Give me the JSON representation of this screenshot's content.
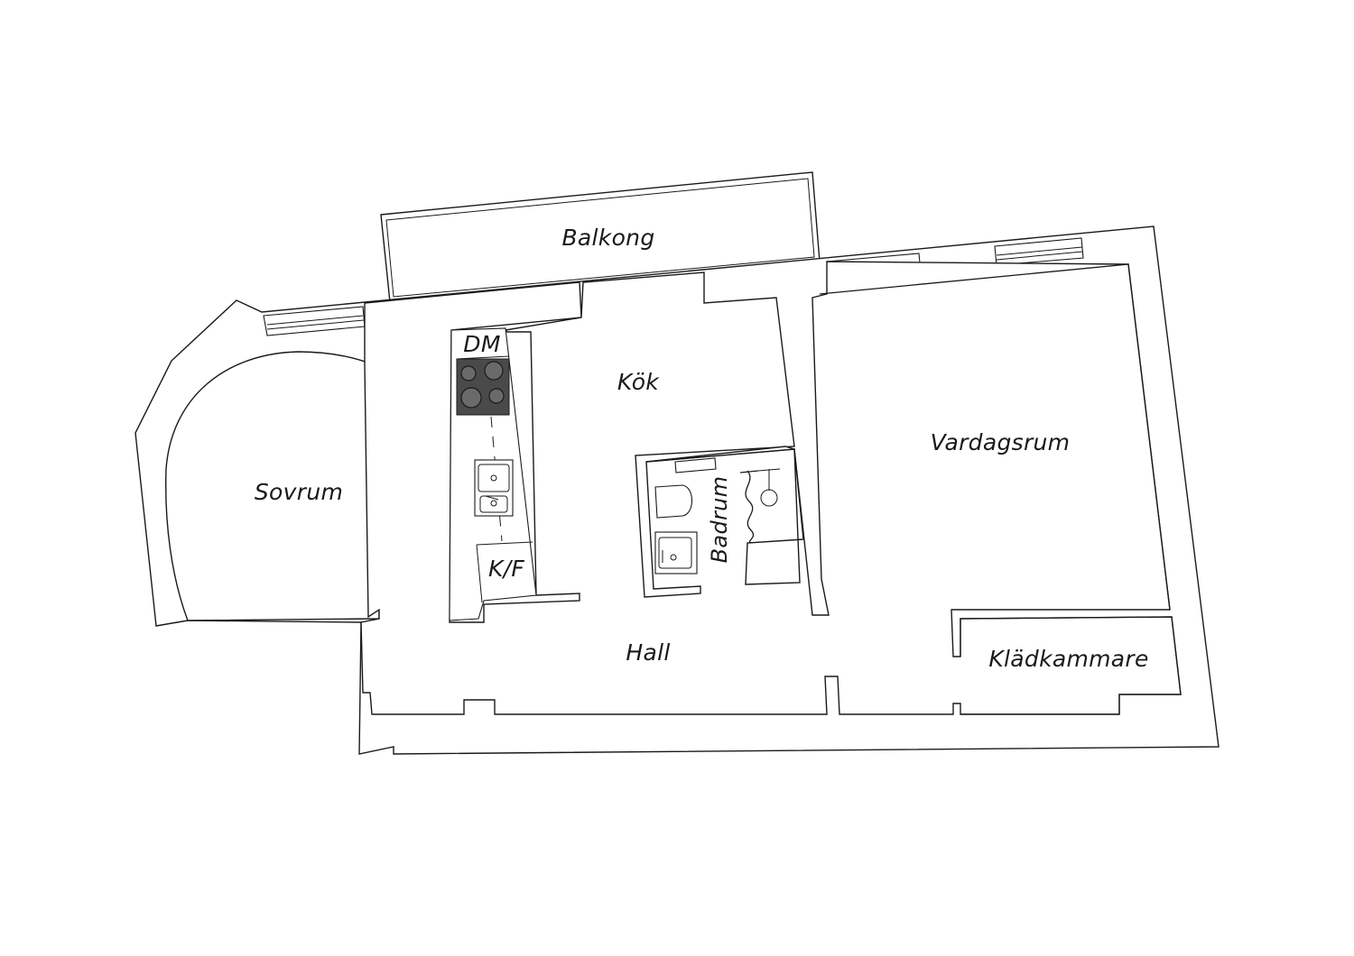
{
  "rooms": {
    "balcony": "Balkong",
    "kitchen": "Kök",
    "bedroom": "Sovrum",
    "bathroom": "Badrum",
    "living_room": "Vardagsrum",
    "hall": "Hall",
    "walk_in_closet": "Klädkammare"
  },
  "appliances": {
    "dishwasher": "DM",
    "fridge_freezer": "K/F"
  },
  "colors": {
    "background": "#ffffff",
    "line": "#1a1a1a",
    "stove": "#4a4a4a"
  }
}
